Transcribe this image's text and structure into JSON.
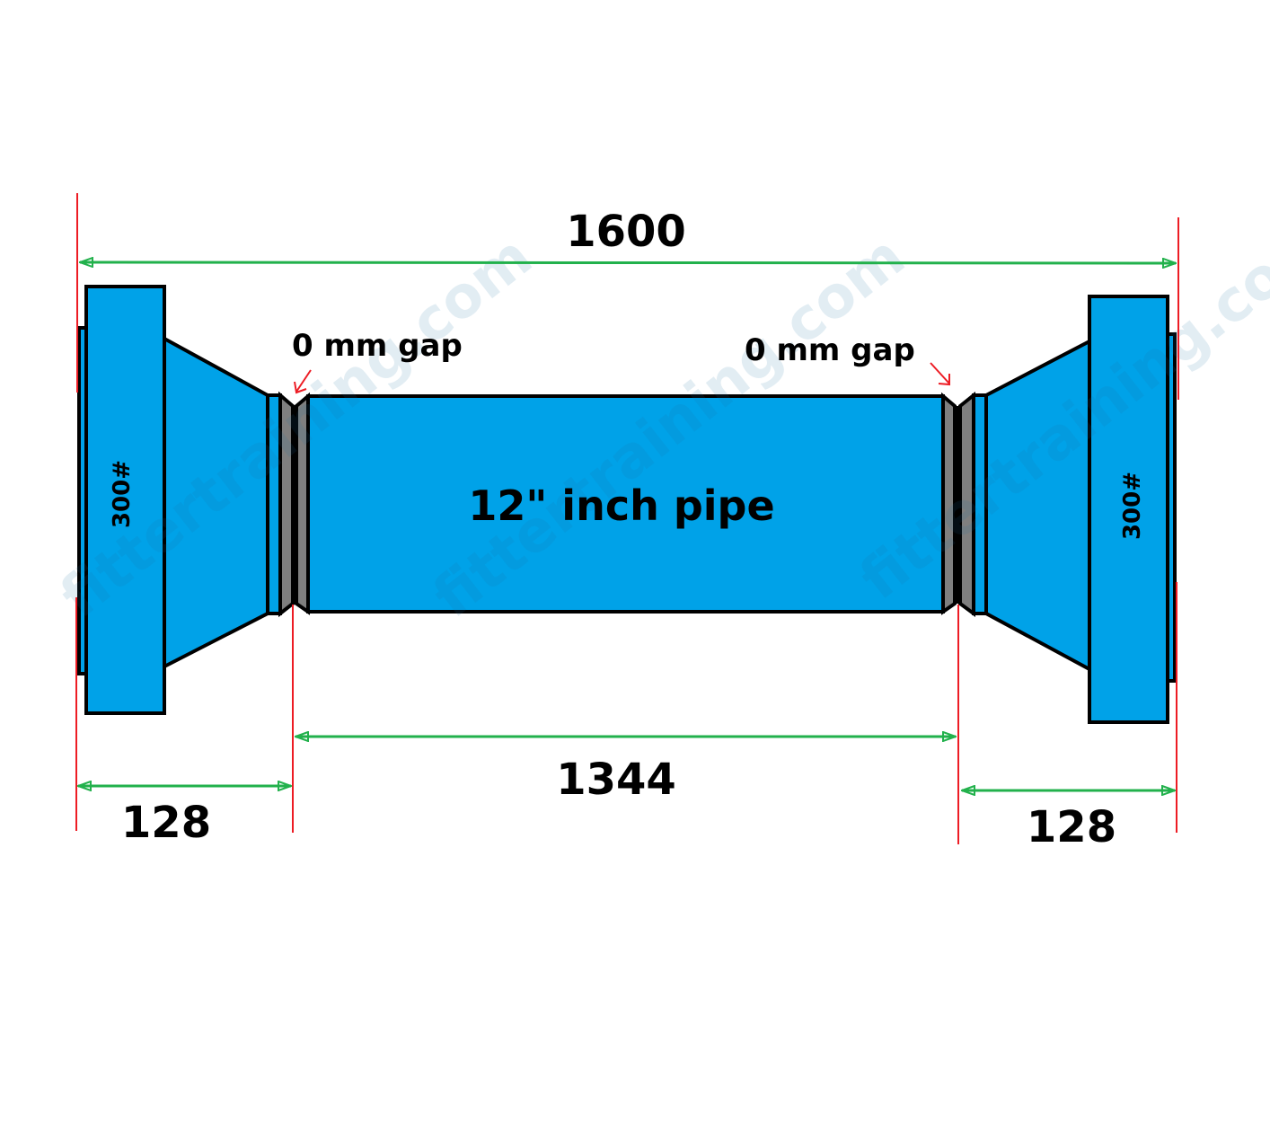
{
  "colors": {
    "pipe": "#00a2e8",
    "bevel": "#7f7f7f",
    "outline": "#000000",
    "extension_line": "#ed1c24",
    "dimension_line": "#22b14c"
  },
  "dimensions": {
    "overall": "1600",
    "pipe_length": "1344",
    "left_fitting": "128",
    "right_fitting": "128"
  },
  "labels": {
    "left_gap": "0 mm gap",
    "right_gap": "0 mm gap",
    "pipe": "12\" inch pipe",
    "left_flange_rating": "300#",
    "right_flange_rating": "300#"
  },
  "watermark": "fittertraining.com"
}
